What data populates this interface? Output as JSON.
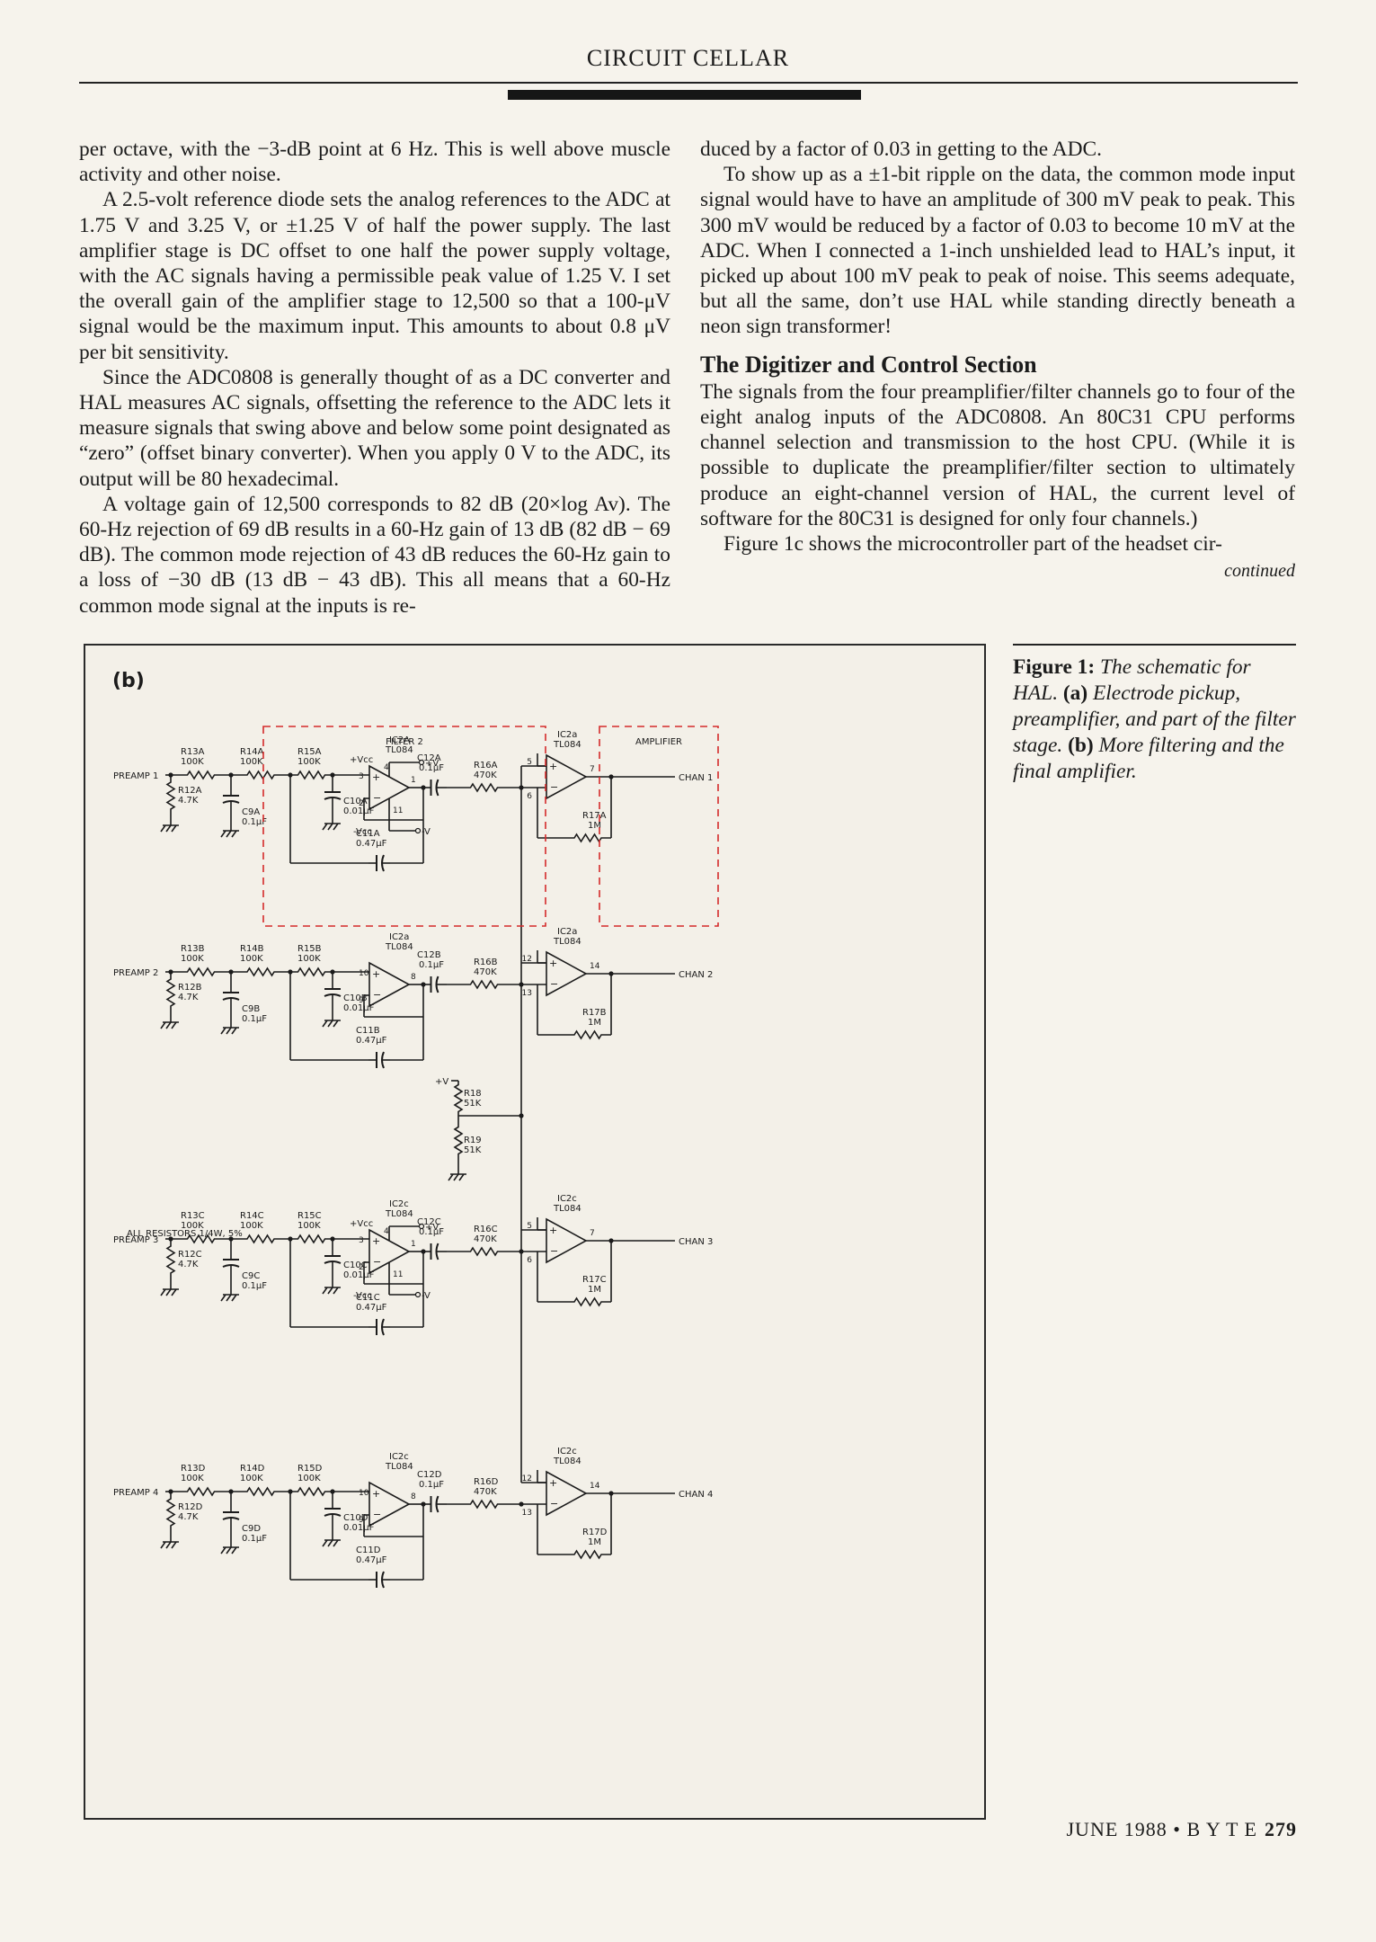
{
  "header": {
    "title": "CIRCUIT CELLAR"
  },
  "left_column": {
    "paragraphs": [
      "per octave, with the −3-dB point at 6 Hz. This is well above muscle activity and other noise.",
      "A 2.5-volt reference diode sets the analog references to the ADC at 1.75 V and 3.25 V, or ±1.25 V of half the power supply. The last amplifier stage is DC offset to one half the power supply voltage, with the AC signals having a permissible peak value of 1.25 V. I set the overall gain of the amplifier stage to 12,500 so that a 100-μV signal would be the maximum input. This amounts to about 0.8 μV per bit sensitivity.",
      "Since the ADC0808 is generally thought of as a DC converter and HAL measures AC signals, offsetting the reference to the ADC lets it measure signals that swing above and below some point designated as “zero” (offset binary converter). When you apply 0 V to the ADC, its output will be 80 hexadecimal.",
      "A voltage gain of 12,500 corresponds to 82 dB (20×log Av). The 60-Hz rejection of 69 dB results in a 60-Hz gain of 13 dB (82 dB − 69 dB). The common mode rejection of 43 dB reduces the 60-Hz gain to a loss of −30 dB (13 dB − 43 dB). This all means that a 60-Hz common mode signal at the inputs is re-"
    ]
  },
  "right_column": {
    "paragraphs_top": [
      "duced by a factor of 0.03 in getting to the ADC.",
      "To show up as a ±1-bit ripple on the data, the common mode input signal would have to have an amplitude of 300 mV peak to peak. This 300 mV would be reduced by a factor of 0.03 to become 10 mV at the ADC. When I connected a 1-inch unshielded lead to HAL’s input, it picked up about 100 mV peak to peak of noise. This seems adequate, but all the same, don’t use HAL while standing directly beneath a neon sign transformer!"
    ],
    "section_heading": "The Digitizer and Control Section",
    "paragraphs_bottom": [
      "The signals from the four preamplifier/filter channels go to four of the eight analog inputs of the ADC0808. An 80C31 CPU performs channel selection and transmission to the host CPU. (While it is possible to duplicate the preamplifier/filter section to ultimately produce an eight-channel version of HAL, the current level of software for the 80C31 is designed for only four channels.)",
      "Figure 1c shows the microcontroller part of the headset cir-"
    ],
    "continued": "continued"
  },
  "figure": {
    "panel_label": "(b)",
    "filter_label": "FILTER 2",
    "amplifier_label": "AMPLIFIER",
    "note": "ALL RESISTORS 1/4W, 5%",
    "supply": {
      "vcc_pos": "+Vcc",
      "vcc_neg": "-Vcc",
      "pos": "+V",
      "neg": "-V",
      "bias": "+V"
    },
    "bias": {
      "r18": [
        "R18",
        "51K"
      ],
      "r19": [
        "R19",
        "51K"
      ]
    },
    "channels": [
      {
        "input": "PREAMP 1",
        "output": "CHAN 1",
        "r13": [
          "R13A",
          "100K"
        ],
        "r14": [
          "R14A",
          "100K"
        ],
        "r15": [
          "R15A",
          "100K"
        ],
        "r12": [
          "R12A",
          "4.7K"
        ],
        "c9": [
          "C9A",
          "0.1μF"
        ],
        "c10": [
          "C10A",
          "0.01μF"
        ],
        "c11": [
          "C11A",
          "0.47μF"
        ],
        "op1": [
          "IC2A",
          "TL084"
        ],
        "op1_pins": [
          "3",
          "2",
          "1",
          "4",
          "11"
        ],
        "c12": [
          "C12A",
          "0.1μF"
        ],
        "r16": [
          "R16A",
          "470K"
        ],
        "op2": [
          "IC2a",
          "TL084"
        ],
        "op2_pins": [
          "5",
          "6",
          "7"
        ],
        "r17": [
          "R17A",
          "1M"
        ]
      },
      {
        "input": "PREAMP 2",
        "output": "CHAN 2",
        "r13": [
          "R13B",
          "100K"
        ],
        "r14": [
          "R14B",
          "100K"
        ],
        "r15": [
          "R15B",
          "100K"
        ],
        "r12": [
          "R12B",
          "4.7K"
        ],
        "c9": [
          "C9B",
          "0.1μF"
        ],
        "c10": [
          "C10B",
          "0.01μF"
        ],
        "c11": [
          "C11B",
          "0.47μF"
        ],
        "op1": [
          "IC2a",
          "TL084"
        ],
        "op1_pins": [
          "10",
          "9",
          "8"
        ],
        "c12": [
          "C12B",
          "0.1μF"
        ],
        "r16": [
          "R16B",
          "470K"
        ],
        "op2": [
          "IC2a",
          "TL084"
        ],
        "op2_pins": [
          "12",
          "13",
          "14"
        ],
        "r17": [
          "R17B",
          "1M"
        ]
      },
      {
        "input": "PREAMP 3",
        "output": "CHAN 3",
        "r13": [
          "R13C",
          "100K"
        ],
        "r14": [
          "R14C",
          "100K"
        ],
        "r15": [
          "R15C",
          "100K"
        ],
        "r12": [
          "R12C",
          "4.7K"
        ],
        "c9": [
          "C9C",
          "0.1μF"
        ],
        "c10": [
          "C10C",
          "0.01μF"
        ],
        "c11": [
          "C11C",
          "0.47μF"
        ],
        "op1": [
          "IC2c",
          "TL084"
        ],
        "op1_pins": [
          "3",
          "2",
          "1",
          "4",
          "11"
        ],
        "c12": [
          "C12C",
          "0.1μF"
        ],
        "r16": [
          "R16C",
          "470K"
        ],
        "op2": [
          "IC2c",
          "TL084"
        ],
        "op2_pins": [
          "5",
          "6",
          "7"
        ],
        "r17": [
          "R17C",
          "1M"
        ]
      },
      {
        "input": "PREAMP 4",
        "output": "CHAN 4",
        "r13": [
          "R13D",
          "100K"
        ],
        "r14": [
          "R14D",
          "100K"
        ],
        "r15": [
          "R15D",
          "100K"
        ],
        "r12": [
          "R12D",
          "4.7K"
        ],
        "c9": [
          "C9D",
          "0.1μF"
        ],
        "c10": [
          "C10D",
          "0.01μF"
        ],
        "c11": [
          "C11D",
          "0.47μF"
        ],
        "op1": [
          "IC2c",
          "TL084"
        ],
        "op1_pins": [
          "10",
          "9",
          "8"
        ],
        "c12": [
          "C12D",
          "0.1μF"
        ],
        "r16": [
          "R16D",
          "470K"
        ],
        "op2": [
          "IC2c",
          "TL084"
        ],
        "op2_pins": [
          "12",
          "13",
          "14"
        ],
        "r17": [
          "R17D",
          "1M"
        ]
      }
    ],
    "colors": {
      "filter_box": "#d42a2a",
      "ink": "#1b1b1b"
    }
  },
  "caption": {
    "label": "Figure 1:",
    "text_1": " The schematic for HAL. ",
    "bold_a": "(a)",
    "text_2": " Electrode pickup, preamplifier, and part of the filter stage. ",
    "bold_b": "(b)",
    "text_3": " More filtering and the final amplifier."
  },
  "footer": {
    "issue": "JUNE 1988 • B Y T E",
    "page_number": "279"
  }
}
